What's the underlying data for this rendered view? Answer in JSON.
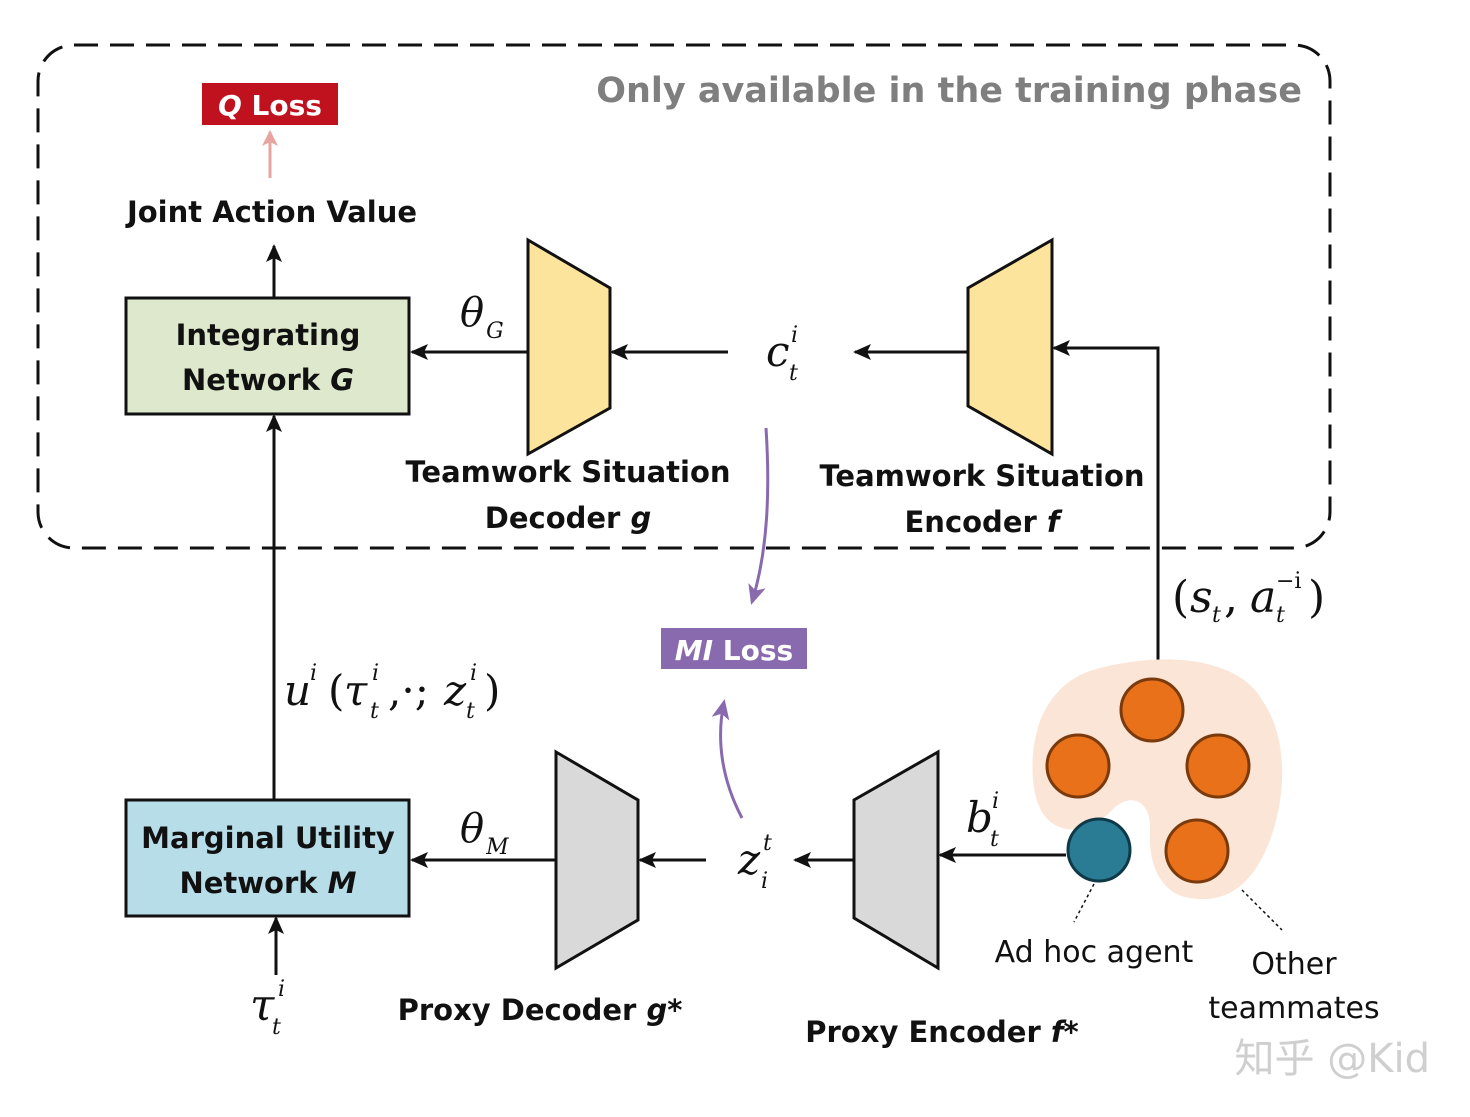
{
  "region": {
    "caption": "Only available in the training phase"
  },
  "losses": {
    "q_loss": {
      "italic": "Q",
      "rest": " Loss",
      "color": "#c0121e"
    },
    "mi_loss": {
      "italic": "MI",
      "rest": " Loss",
      "color": "#8a6aaf"
    }
  },
  "labels": {
    "joint_action_value": "Joint Action Value",
    "integrating_network": {
      "line1": "Integrating",
      "line2_text": "Network ",
      "line2_italic": "G"
    },
    "marginal_utility": {
      "line1": "Marginal Utility",
      "line2_text": "Network ",
      "line2_italic": "M"
    },
    "ts_decoder": {
      "line1": "Teamwork Situation",
      "line2_text": "Decoder ",
      "line2_italic": "g"
    },
    "ts_encoder": {
      "line1": "Teamwork Situation",
      "line2_text": "Encoder ",
      "line2_italic": "f"
    },
    "proxy_decoder": {
      "text": "Proxy Decoder ",
      "italic": "g*"
    },
    "proxy_encoder": {
      "text": "Proxy Encoder ",
      "italic": "f*"
    },
    "ad_hoc_agent": "Ad hoc agent",
    "other_teammates": {
      "line1": "Other",
      "line2": "teammates"
    }
  },
  "math": {
    "theta_g": {
      "base": "θ",
      "sub": "G"
    },
    "theta_m": {
      "base": "θ",
      "sub": "M"
    },
    "c": {
      "base": "c",
      "sup": "i",
      "sub": "t"
    },
    "z": {
      "base": "z",
      "sup": "t",
      "sub": "i"
    },
    "b": {
      "base": "b",
      "sup": "i",
      "sub": "t"
    },
    "tau": {
      "base": "τ",
      "sup": "i",
      "sub": "t"
    },
    "u_expr": {
      "u": "u",
      "u_sup": "i",
      "open": "(",
      "tau": "τ",
      "tau_sup": "i",
      "tau_sub": "t",
      "mid": ",·;",
      "z": "z",
      "z_sup": "i",
      "z_sub": "t",
      "close": ")"
    },
    "s_a": {
      "open": "(",
      "s": "s",
      "s_sub": "t",
      "comma": ", ",
      "a": "a",
      "a_sup": "−i",
      "a_sub": "t",
      "close": ")"
    }
  },
  "colors": {
    "integrating_fill": "#dde8cc",
    "marginal_fill": "#b7dde8",
    "situation_trap_fill": "#fde49c",
    "proxy_trap_fill": "#d9d9d9",
    "teammate_orange": "#e8711a",
    "ad_hoc_teal": "#2a7b94",
    "blob_fill": "#fbe5d6",
    "q_arrow": "#e8a5a0",
    "mi_arrow": "#8a6aaf"
  },
  "watermark": "知乎 @Kid"
}
